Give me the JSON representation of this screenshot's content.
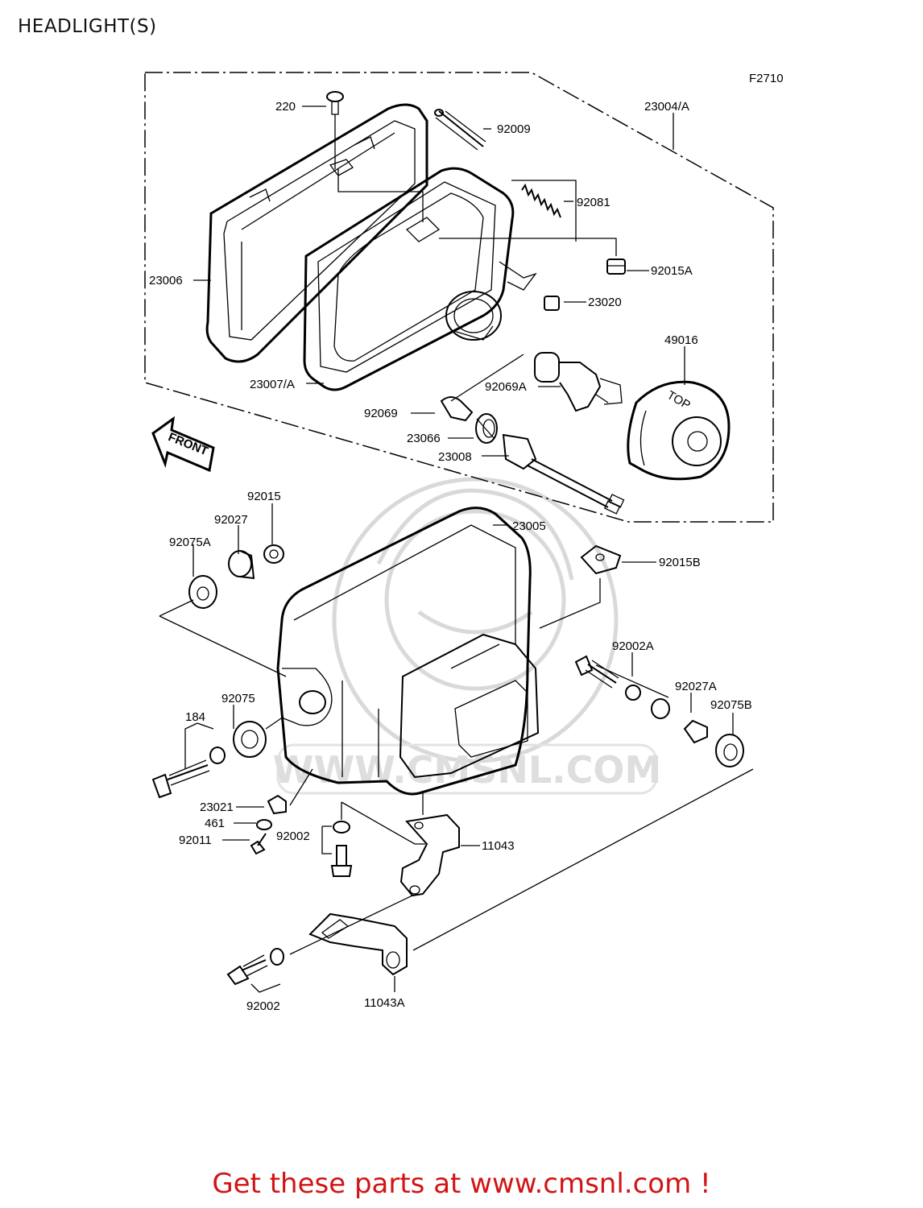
{
  "page_title": "HEADLIGHT(S)",
  "figure_code": "F2710",
  "watermark_text": "WWW.CMSNL.COM",
  "footer_text": "Get these parts at www.cmsnl.com !",
  "footer_color": "#d21414",
  "front_arrow_label": "FRONT",
  "bulb_cap_label": "TOP",
  "parts": [
    "220",
    "92009",
    "23004/A",
    "92081",
    "92015A",
    "23006",
    "23020",
    "49016",
    "23007/A",
    "92069A",
    "92069",
    "23066",
    "23008",
    "92015",
    "92027",
    "23005",
    "92075A",
    "92015B",
    "92002A",
    "92027A",
    "92075",
    "92075B",
    "184",
    "23021",
    "461",
    "92011",
    "92002",
    "11043",
    "92002",
    "11043A"
  ]
}
